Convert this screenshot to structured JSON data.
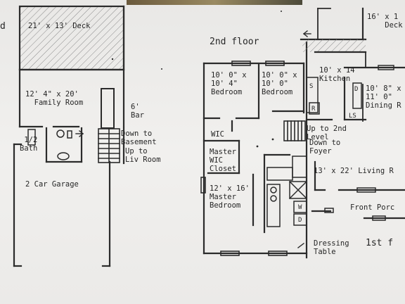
{
  "plan": {
    "left": {
      "corner_letter": "d",
      "deck": "21' x 13' Deck",
      "family_room": "12' 4\" x 20'\n  Family Room",
      "bar": "6'\nBar",
      "down_to_basement": "Down to\nBasement",
      "up_to_liv": "Up to\nLiv Room",
      "half_bath": " 1/2\nBath",
      "garage": "2 Car Garage"
    },
    "right": {
      "floor2_title": "2nd floor",
      "bed1": "10' 0\" x\n10' 4\"\nBedroom",
      "bed2": "10' 0\" x\n10' 0\"\nBedroom",
      "wic": "WIC",
      "master_wic": "Master\nWIC\nCloset",
      "master_bed": "12' x 16'\nMaster\nBedroom",
      "up_level": "Up to 2nd\nLevel",
      "down_foyer": "Down to\nFoyer",
      "kitchen": "10' x 14\nKitchen",
      "dining": "10' 8\" x\n11' 0\"\nDining R",
      "living": "13' x 22' Living R",
      "front_porch": "Front Porc",
      "dressing": "Dressing\nTable",
      "floor1_title": "1st f",
      "deck_right": "16' x 1\n    Deck",
      "s_mark": "S",
      "r_mark": "R",
      "ls_mark": "LS",
      "d_mark": "D",
      "w_mark": "W",
      "d2_mark": "D"
    }
  }
}
